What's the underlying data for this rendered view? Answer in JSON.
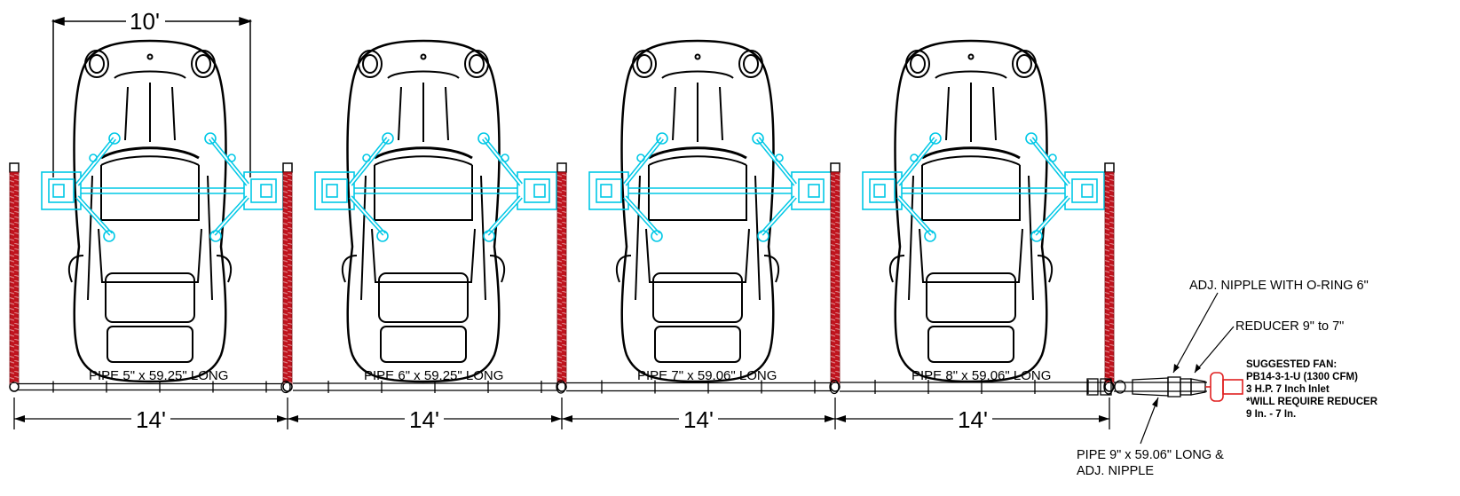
{
  "colors": {
    "line": "#000000",
    "lift": "#00c8e6",
    "hose": "#c0141e",
    "fan": "#e02020"
  },
  "icons": {
    "car": "car-top-view-icon",
    "lift": "two-post-lift-icon",
    "hose": "exhaust-hose-reel-icon",
    "fan": "exhaust-fan-icon"
  },
  "dimensions": {
    "bay_width": "10'",
    "bay_spacing": [
      "14'",
      "14'",
      "14'",
      "14'"
    ]
  },
  "pipes": [
    {
      "label": "PIPE   5\" x 59.25\" LONG"
    },
    {
      "label": "PIPE   6\" x 59.25\" LONG"
    },
    {
      "label": "PIPE   7\" x 59.06\" LONG"
    },
    {
      "label": "PIPE   8\" x 59.06\" LONG"
    }
  ],
  "callouts": {
    "nipple": "ADJ. NIPPLE WITH O-RING  6\"",
    "reducer": "REDUCER 9\" to 7\"",
    "last_pipe_line1": "PIPE   9\" x 59.06\" LONG &",
    "last_pipe_line2": "ADJ. NIPPLE"
  },
  "fan_note": {
    "line1": "SUGGESTED FAN:",
    "line2": "PB14-3-1-U (1300 CFM)",
    "line3": "3 H.P. 7 Inch Inlet",
    "line4": "*WILL REQUIRE REDUCER",
    "line5": "9 In. - 7 In."
  }
}
